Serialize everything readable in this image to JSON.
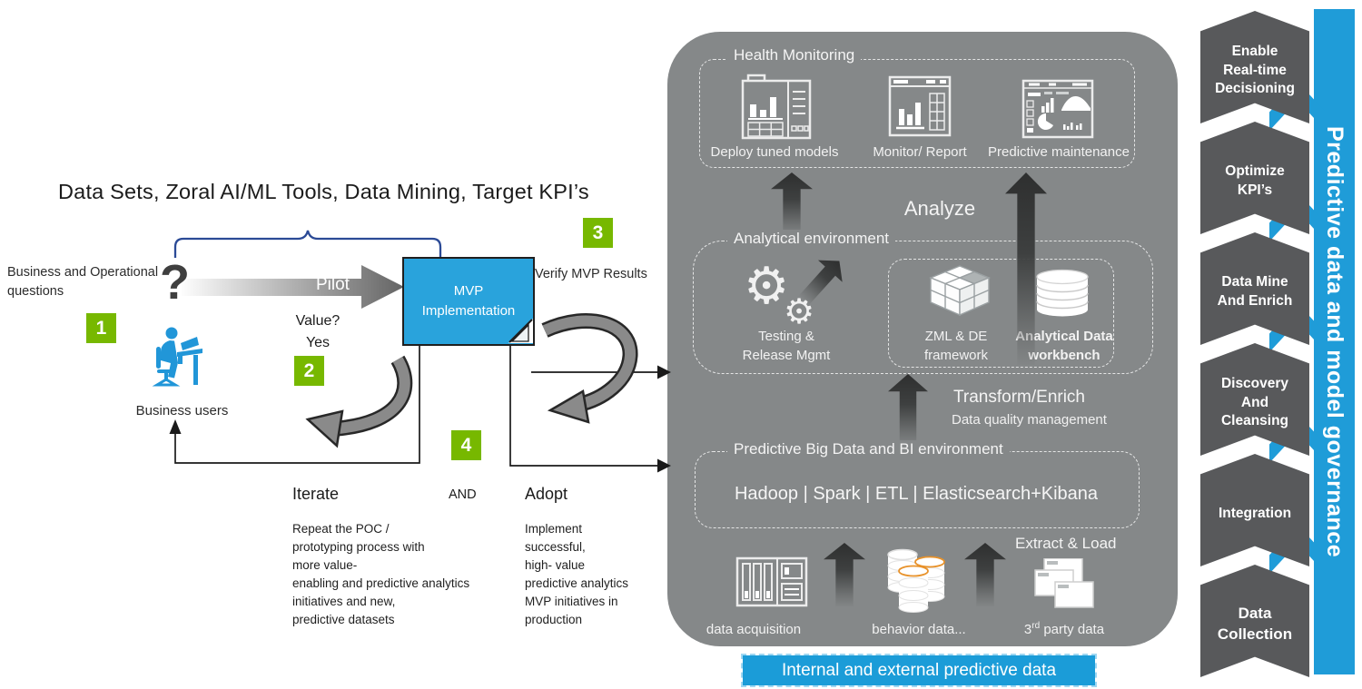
{
  "colors": {
    "accent_blue": "#1F9CD8",
    "accent_green": "#77B800",
    "panel_gray": "#858889",
    "chevron_gray": "#58595B",
    "brace_navy": "#2B4A96",
    "behavior_orange": "#E8922A"
  },
  "header": {
    "title": "Data Sets, Zoral AI/ML Tools, Data Mining, Target KPI’s"
  },
  "flow": {
    "business_questions": "Business and Operational\nquestions",
    "question_mark": "?",
    "steps": [
      "1",
      "2",
      "3",
      "4"
    ],
    "pilot": "Pilot",
    "mvp": "MVP\nImplementation",
    "value": "Value?",
    "yes": "Yes",
    "business_users": "Business users",
    "verify": "Verify MVP Results",
    "and": "AND",
    "iterate_heading": "Iterate",
    "iterate_body": "Repeat the POC /\nprototyping process with\nmore value-\nenabling and predictive analytics\ninitiatives  and new,\npredictive datasets",
    "adopt_heading": "Adopt",
    "adopt_body": "Implement\nsuccessful,\nhigh- value\npredictive analytics\nMVP initiatives in\nproduction"
  },
  "platform": {
    "health": {
      "title": "Health Monitoring",
      "items": [
        "Deploy tuned models",
        "Monitor/ Report",
        "Predictive maintenance"
      ],
      "icons": [
        "dashboard-window-icon",
        "bar-chart-window-icon",
        "analytics-dashboard-icon"
      ]
    },
    "analyze": "Analyze",
    "analytical": {
      "title": "Analytical environment",
      "testing": "Testing &\nRelease Mgmt",
      "zml": "ZML & DE\nframework",
      "workbench": "Analytical Data\nworkbench",
      "icons": [
        "gears-icon",
        "cube-icon",
        "database-icon"
      ]
    },
    "transform_title": "Transform/Enrich",
    "transform_sub": "Data quality management",
    "bigdata": {
      "title": "Predictive Big Data and BI environment",
      "stack": "Hadoop | Spark | ETL | Elasticsearch+Kibana"
    },
    "extract": "Extract & Load",
    "sources": {
      "acquisition": "data acquisition",
      "behavior": "behavior data...",
      "third_base": "3",
      "third_sup": "rd",
      "third_rest": " party data",
      "icons": [
        "server-rack-icon",
        "database-stack-icon",
        "documents-stack-icon"
      ]
    },
    "bottom_bar": "Internal and  external predictive data"
  },
  "governance": {
    "ribbon": "Predictive data and model governance",
    "chevrons": [
      "Enable\nReal-time\nDecisioning",
      "Optimize\nKPI’s",
      "Data Mine\nAnd Enrich",
      "Discovery\nAnd\nCleansing",
      "Integration",
      "Data\nCollection"
    ]
  }
}
